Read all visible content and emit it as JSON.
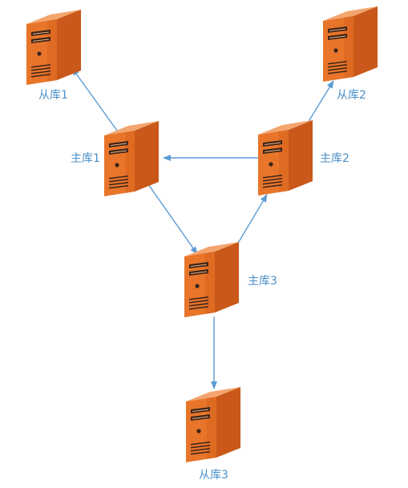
{
  "colors": {
    "label": "#4a8fc8",
    "edge": "#5b9bd5",
    "server_front": "#e8752a",
    "server_side": "#c9581a",
    "server_top": "#f4a56e",
    "server_detail": "#3a2418"
  },
  "nodes": [
    {
      "id": "slave1",
      "label": "从库1",
      "icon": "server-icon"
    },
    {
      "id": "slave2",
      "label": "从库2",
      "icon": "server-icon"
    },
    {
      "id": "master1",
      "label": "主库1",
      "icon": "server-icon"
    },
    {
      "id": "master2",
      "label": "主库2",
      "icon": "server-icon"
    },
    {
      "id": "master3",
      "label": "主库3",
      "icon": "server-icon"
    },
    {
      "id": "slave3",
      "label": "从库3",
      "icon": "server-icon"
    }
  ],
  "edges": [
    {
      "from": "master1",
      "to": "slave1"
    },
    {
      "from": "master2",
      "to": "slave2"
    },
    {
      "from": "master2",
      "to": "master1"
    },
    {
      "from": "master1",
      "to": "master3"
    },
    {
      "from": "master3",
      "to": "master2"
    },
    {
      "from": "master3",
      "to": "slave3"
    }
  ]
}
